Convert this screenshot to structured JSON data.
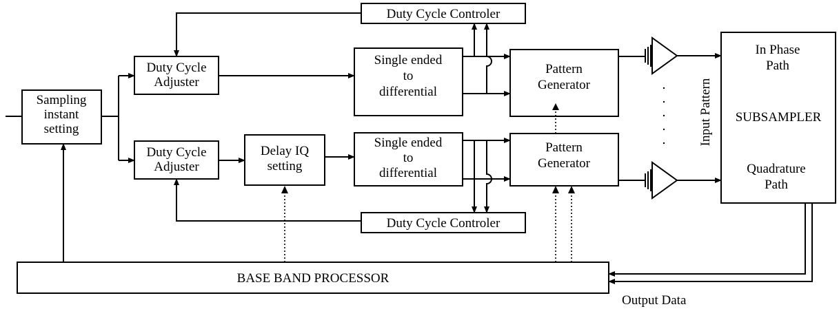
{
  "diagram": {
    "blocks": {
      "sampling": "Sampling\ninstant\nsetting",
      "dca_top": "Duty Cycle\nAdjuster",
      "dca_bot": "Duty Cycle\nAdjuster",
      "delay_iq": "Delay IQ\nsetting",
      "se_top": "Single ended\nto\ndifferential",
      "se_bot": "Single ended\nto\ndifferential",
      "pg_top": "Pattern\nGenerator",
      "pg_bot": "Pattern\nGenerator",
      "dcc_top": "Duty Cycle Controler",
      "dcc_bot": "Duty Cycle Controler",
      "bbp": "BASE BAND PROCESSOR",
      "subsampler_in_phase": "In Phase\nPath",
      "subsampler_name": "SUBSAMPLER",
      "subsampler_quadrature": "Quadrature\nPath"
    },
    "labels": {
      "input_pattern": "Input Pattern",
      "output_data": "Output Data"
    }
  }
}
